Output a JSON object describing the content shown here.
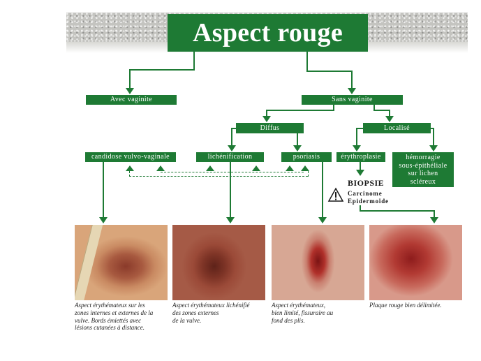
{
  "title": "Aspect rouge",
  "nodes": {
    "avec_vaginite": "Avec vaginite",
    "sans_vaginite": "Sans vaginite",
    "diffus": "Diffus",
    "localise": "Localisé",
    "candidose": "candidose vulvo-vaginale",
    "lichenification": "lichénification",
    "psoriasis": "psoriasis",
    "erythroplasie": "érythroplasie",
    "hemorragie": [
      "hémorragie",
      "sous-épithéliale",
      "sur lichen",
      "scléreux"
    ]
  },
  "biopsie": {
    "label": "BIOPSIE",
    "warning_icon": "warning-triangle-icon",
    "result": [
      "Carcinome",
      "Epidermoïde"
    ]
  },
  "captions": {
    "c1": [
      "Aspect érythémateux sur les",
      "zones internes et externes de la",
      "vulve. Bords émiettés avec",
      "lésions cutanées à distance."
    ],
    "c2": [
      "Aspect érythémateux lichénifié",
      "des zones externes",
      "de la vulve."
    ],
    "c3": [
      "Aspect érythémateux,",
      "bien limité, fissuraire au",
      "fond des plis."
    ],
    "c4": [
      "Plaque rouge bien délimitée."
    ]
  },
  "colors": {
    "box": "#1e7a34",
    "text_on_box": "#ffffff",
    "band": "#c4c4c0"
  }
}
